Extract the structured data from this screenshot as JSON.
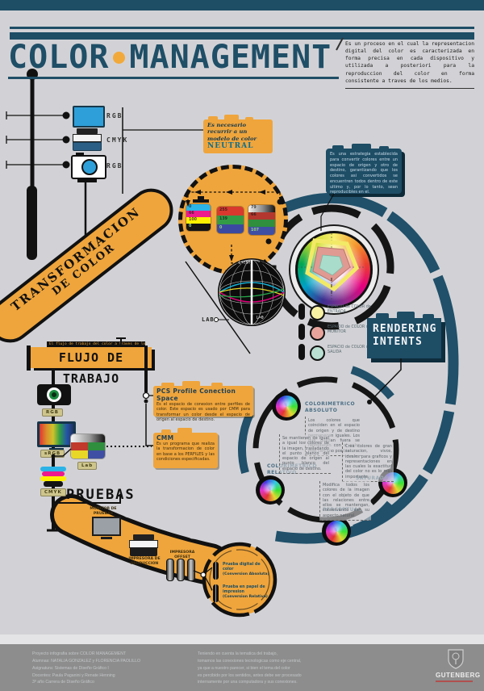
{
  "colors": {
    "accent_orange": "#efa53c",
    "accent_teal": "#1e4d66",
    "background": "#d2d2d6",
    "ink": "#111111"
  },
  "header": {
    "title_left": "COLOR",
    "title_right": "MANAGEMENT",
    "intro": "Es un proceso en el cual la representacion digital del color es caracterizada en forma precisa en cada dispositivo y utilizada a posteriori para la reproduccion del color en forma consistente a traves de los medios."
  },
  "input_devices": {
    "monitor_label": "RGB",
    "printer_label": "CMYK",
    "camera_label": "RGB"
  },
  "neutral_note": {
    "text": "Es necesario recurrir a un modelo de color",
    "highlight": "NEUTRAL"
  },
  "transformation": {
    "line1": "TRANSFORMACION",
    "line2": "DE COLOR"
  },
  "stacks": {
    "cmyk": {
      "c": "0",
      "m": "66",
      "y": "100",
      "k": "0"
    },
    "rgb": {
      "r": "255",
      "g": "139",
      "b": "0"
    },
    "lab": {
      "l": "79",
      "a": "66",
      "b": "107"
    }
  },
  "lab_sphere": {
    "top": "L=100",
    "bottom": "L=0",
    "label": "LAB"
  },
  "strategy_note": "Es una estrategia establecida para convertir colores entre un espacio de origen y otro de destino, garantizando que los colores asi convertidos se encuentren todos dentro de este ultimo y, por lo tanto, sean reproducibles en el.",
  "gamut_legend": [
    {
      "label": "ESPACIO de COLOR de ENTRADA",
      "color": "#f7f1a3"
    },
    {
      "label": "ESPACIO de COLOR de MONITOR",
      "color": "#e8a49c"
    },
    {
      "label": "ESPACIO de COLOR de SALIDA",
      "color": "#b9e0d2"
    }
  ],
  "rendering_intents": {
    "title_line1": "RENDERING",
    "title_line2": "INTENTS",
    "items": [
      {
        "label": "COLORIMETRICO ABSOLUTO",
        "desc": "Los colores que coinciden en el espacio de origen y de destino permanecen iguales. Los que quedan fuera se reproducen con el color mas cercano posible."
      },
      {
        "label": "COLORIMETRICO RELATIVO",
        "desc": "Se mantienen de igual a igual los colores de la imagen, trasladando el punto blanco del espacio de origen al punto blanco del espacio de destino."
      },
      {
        "label": "SATURADO",
        "desc": "Crea colores de gran saturacion, vivos, ideales para graficos y representaciones en las cuales la exactitud del color no es lo mas importante."
      },
      {
        "label": "PERCEPTUAL",
        "desc": "Modifica todos los colores de la imagen con el objeto de que las relaciones entre ellos se mantengan, conservando asi su aspecto natural."
      }
    ]
  },
  "workflow": {
    "strip_note": "El flujo de trabajo del color a traves de los dispositivos",
    "banner": "FLUJO DE TRABAJO",
    "tags": {
      "camera": "RGB",
      "monitor": "sRGB",
      "lab": "Lab",
      "cmyk": "CMYK"
    }
  },
  "pcs_box": {
    "title": "PCS Profile Conection Space",
    "body": "Es el espacio de conexion entre perfiles de color. Este espacio es usado por CMM para transformar un color desde el espacio de origen al espacio de destino."
  },
  "cmm_box": {
    "title": "CMM",
    "body": "Es un programa que realiza la transformacion de color en base a los PERFILES y las condiciones especificadas."
  },
  "pruebas": {
    "title": "PRUEBAS",
    "monitor_label": "MONITOR DE PRUEBAS",
    "printer_label": "IMPRESORA DE PRODUCCION",
    "offset_label": "IMPRESORA OFFSET",
    "proofs": [
      {
        "name": "Prueba digital de color",
        "type": "(Conversion Absoluta)"
      },
      {
        "name": "Prueba en papel de impresion",
        "type": "(Conversion Relativa)"
      }
    ]
  },
  "footer": {
    "credits": [
      "Proyecto infografia sobre COLOR MANAGEMENT",
      "Alumnas: NATALIA GONZALEZ y FLORENCIA PAOLILLO",
      "Asignatura: Sistemas de Diseño Gráfico I",
      "Docentes: Paula Paganini y Renate Henning",
      "3º año Carrera de Diseño Gráfico"
    ],
    "statement": [
      "Teniendo en cuenta la tematica del trabajo,",
      "tomamos las conexiones tecnologicas como eje central,",
      "ya que a nuestro parecer, si bien el tema del color",
      "es percibido por los sentidos, antes debe ser procesado",
      "internamente por una computadora y sus conexiones."
    ],
    "logo": "GUTENBERG"
  }
}
